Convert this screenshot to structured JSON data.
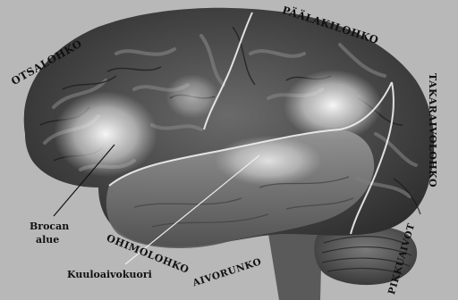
{
  "labels": {
    "frontal": "OTSALOHKO",
    "parietal": "PÄÄLAKILOHKO",
    "occipital": "TAKARAIVOLOHKO",
    "temporal": "OHIMOLOHKO",
    "brainstem": "AIVORUNKO",
    "cerebellum": "PIKKUAIVOT",
    "broca_line1": "Brocan",
    "broca_line2": "alue",
    "auditory_cortex": "Kuuloaivokuori"
  }
}
